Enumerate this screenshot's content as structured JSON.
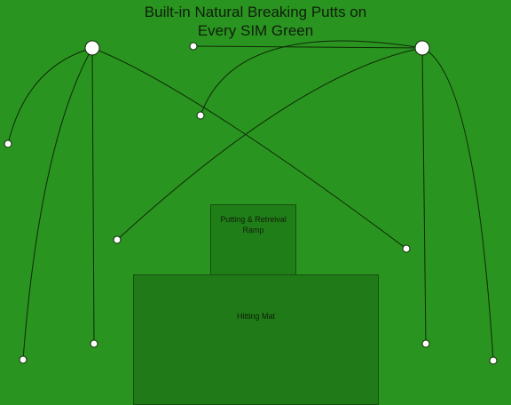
{
  "title": {
    "line1": "Built-in Natural Breaking Putts on",
    "line2": "Every SIM Green"
  },
  "zones": {
    "ramp": {
      "line1": "Putting & Retreival",
      "line2": "Ramp"
    },
    "mat": "Hitting Mat"
  },
  "colors": {
    "turf": "#2a9420",
    "ramp": "#207e18",
    "mat": "#1f7a17",
    "line": "#0e2a08",
    "hole": "#ffffff"
  }
}
